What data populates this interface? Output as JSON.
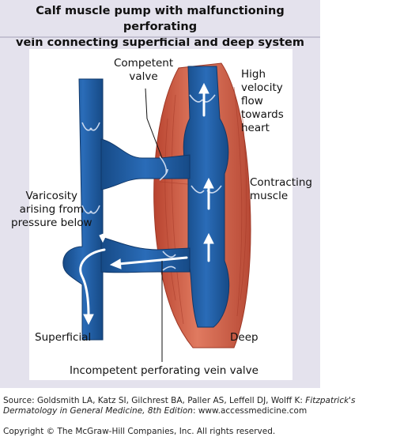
{
  "title": {
    "line1": "Calf muscle pump with malfunctioning perforating",
    "line2": "vein connecting superficial and deep system"
  },
  "labels": {
    "competent_valve": "Competent\nvalve",
    "high_velocity": "High\nvelocity\nflow\ntowards\nheart",
    "contracting_muscle": "Contracting\nmuscle",
    "varicosity": "Varicosity\narising from\npressure below",
    "superficial": "Superficial",
    "deep": "Deep",
    "incompetent_valve": "Incompetent perforating vein valve"
  },
  "source": {
    "prefix": "Source: Goldsmith LA, Katz SI, Gilchrest BA, Paller AS, Leffell DJ, Wolff K: ",
    "book": "Fitzpatrick's Dermatology in General Medicine, 8th Edition",
    "suffix": ": www.accessmedicine.com"
  },
  "copyright": "Copyright © The McGraw-Hill Companies, Inc. All rights reserved.",
  "colors": {
    "panel": "#e4e2ed",
    "vein": "#1f5fa8",
    "vein_dark": "#17467e",
    "muscle": "#cf5a45",
    "muscle_light": "#e88a70"
  }
}
